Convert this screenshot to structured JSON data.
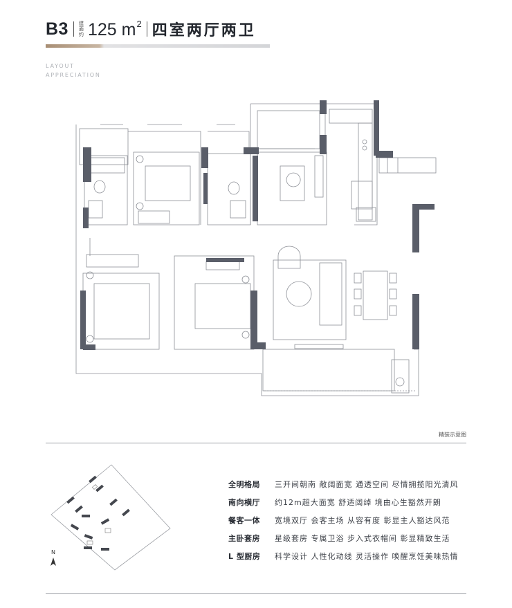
{
  "header": {
    "unit_code": "B3",
    "area_label": "建面约",
    "area_value": "125 m",
    "area_exp": "2",
    "layout_type": "四室两厅两卫"
  },
  "subtitle": {
    "line1": "LAYOUT",
    "line2": "APPRECIATION"
  },
  "plan_caption": "精装示意图",
  "site_map": {
    "north_label": "N"
  },
  "features": [
    {
      "title": "全明格局",
      "desc": "三开间朝南  敞阔面宽  通透空间  尽情拥揽阳光清风"
    },
    {
      "title": "南向横厅",
      "desc": "约12m超大面宽  舒适阔绰  境由心生豁然开朗"
    },
    {
      "title": "餐客一体",
      "desc": "宽境双厅  会客主场  从容有度  彰显主人豁达风范"
    },
    {
      "title": "主卧套房",
      "desc": "星级套房  专属卫浴  步入式衣帽间  彰显精致生活"
    },
    {
      "title": "L 型厨房",
      "desc": "科学设计  人性化动线  灵活操作  唤醒烹饪美味热情"
    }
  ],
  "colors": {
    "wall": "#5a5e69",
    "line": "#8c8f96",
    "accent": "#a88e74"
  }
}
